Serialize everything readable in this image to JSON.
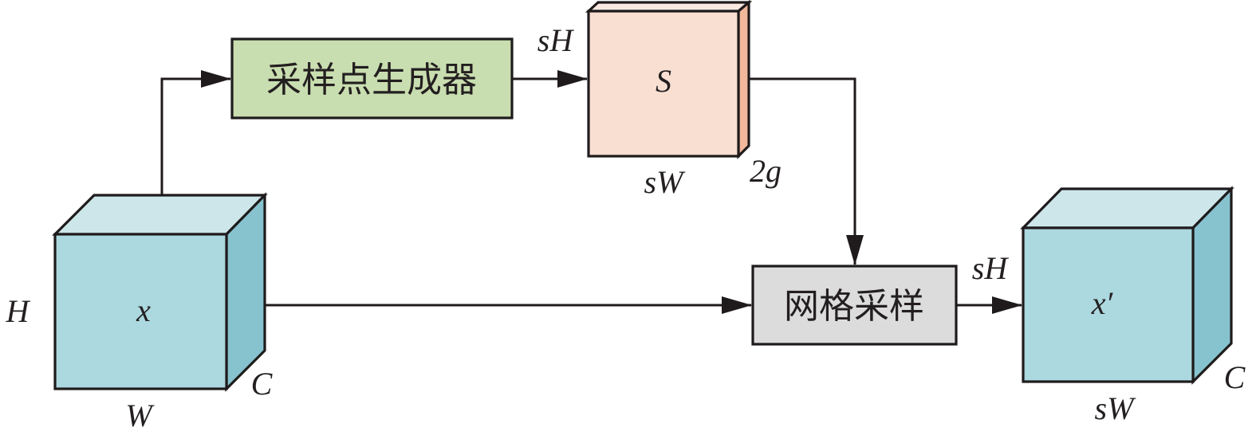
{
  "diagram": {
    "type": "flow-diagram",
    "colors": {
      "cube_front": "#acd8df",
      "cube_top": "#cde6ea",
      "cube_side": "#87c3cf",
      "generator_fill": "#c9deb0",
      "s_front": "#f9dfd2",
      "s_top": "#fbe9e1",
      "s_side": "#f2b89b",
      "grid_fill": "#dcdcdc",
      "stroke": "#1f1b1c"
    },
    "input_tensor": {
      "label": "x",
      "height_label": "H",
      "width_label": "W",
      "channel_label": "C"
    },
    "generator": {
      "label": "采样点生成器"
    },
    "sample_tensor": {
      "label": "S",
      "height_label": "sH",
      "width_label": "sW",
      "channel_label": "2g"
    },
    "grid_sampler": {
      "label": "网格采样"
    },
    "output_tensor": {
      "label": "x′",
      "height_label": "sH",
      "width_label": "sW",
      "channel_label": "C"
    },
    "edges": [
      {
        "from": "input_tensor",
        "to": "generator"
      },
      {
        "from": "generator",
        "to": "sample_tensor"
      },
      {
        "from": "sample_tensor",
        "to": "grid_sampler"
      },
      {
        "from": "input_tensor",
        "to": "grid_sampler"
      },
      {
        "from": "grid_sampler",
        "to": "output_tensor"
      }
    ]
  }
}
